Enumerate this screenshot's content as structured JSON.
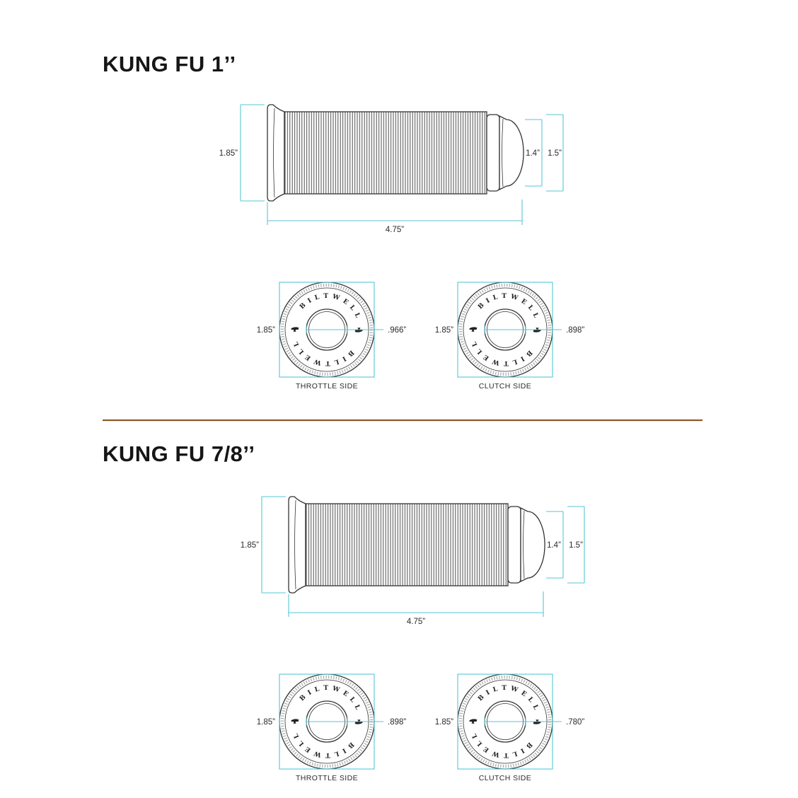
{
  "colors": {
    "dimension_line": "#57c5d5",
    "outline": "#343434",
    "divider": "#8e5a2b",
    "label_text": "#2b2b2b",
    "title_text": "#161616"
  },
  "ring_text": "B I L T W E L L",
  "sections": [
    {
      "title": "KUNG FU 1’’",
      "grip": {
        "height": "1.85”",
        "cap_small": "1.4”",
        "cap_large": "1.5”",
        "length": "4.75”"
      },
      "throttle": {
        "outer": "1.85”",
        "bore": ".966”",
        "caption": "THROTTLE SIDE"
      },
      "clutch": {
        "outer": "1.85”",
        "bore": ".898”",
        "caption": "CLUTCH SIDE"
      }
    },
    {
      "title": "KUNG FU 7/8’’",
      "grip": {
        "height": "1.85”",
        "cap_small": "1.4”",
        "cap_large": "1.5”",
        "length": "4.75”"
      },
      "throttle": {
        "outer": "1.85”",
        "bore": ".898”",
        "caption": "THROTTLE SIDE"
      },
      "clutch": {
        "outer": "1.85”",
        "bore": ".780”",
        "caption": "CLUTCH SIDE"
      }
    }
  ]
}
